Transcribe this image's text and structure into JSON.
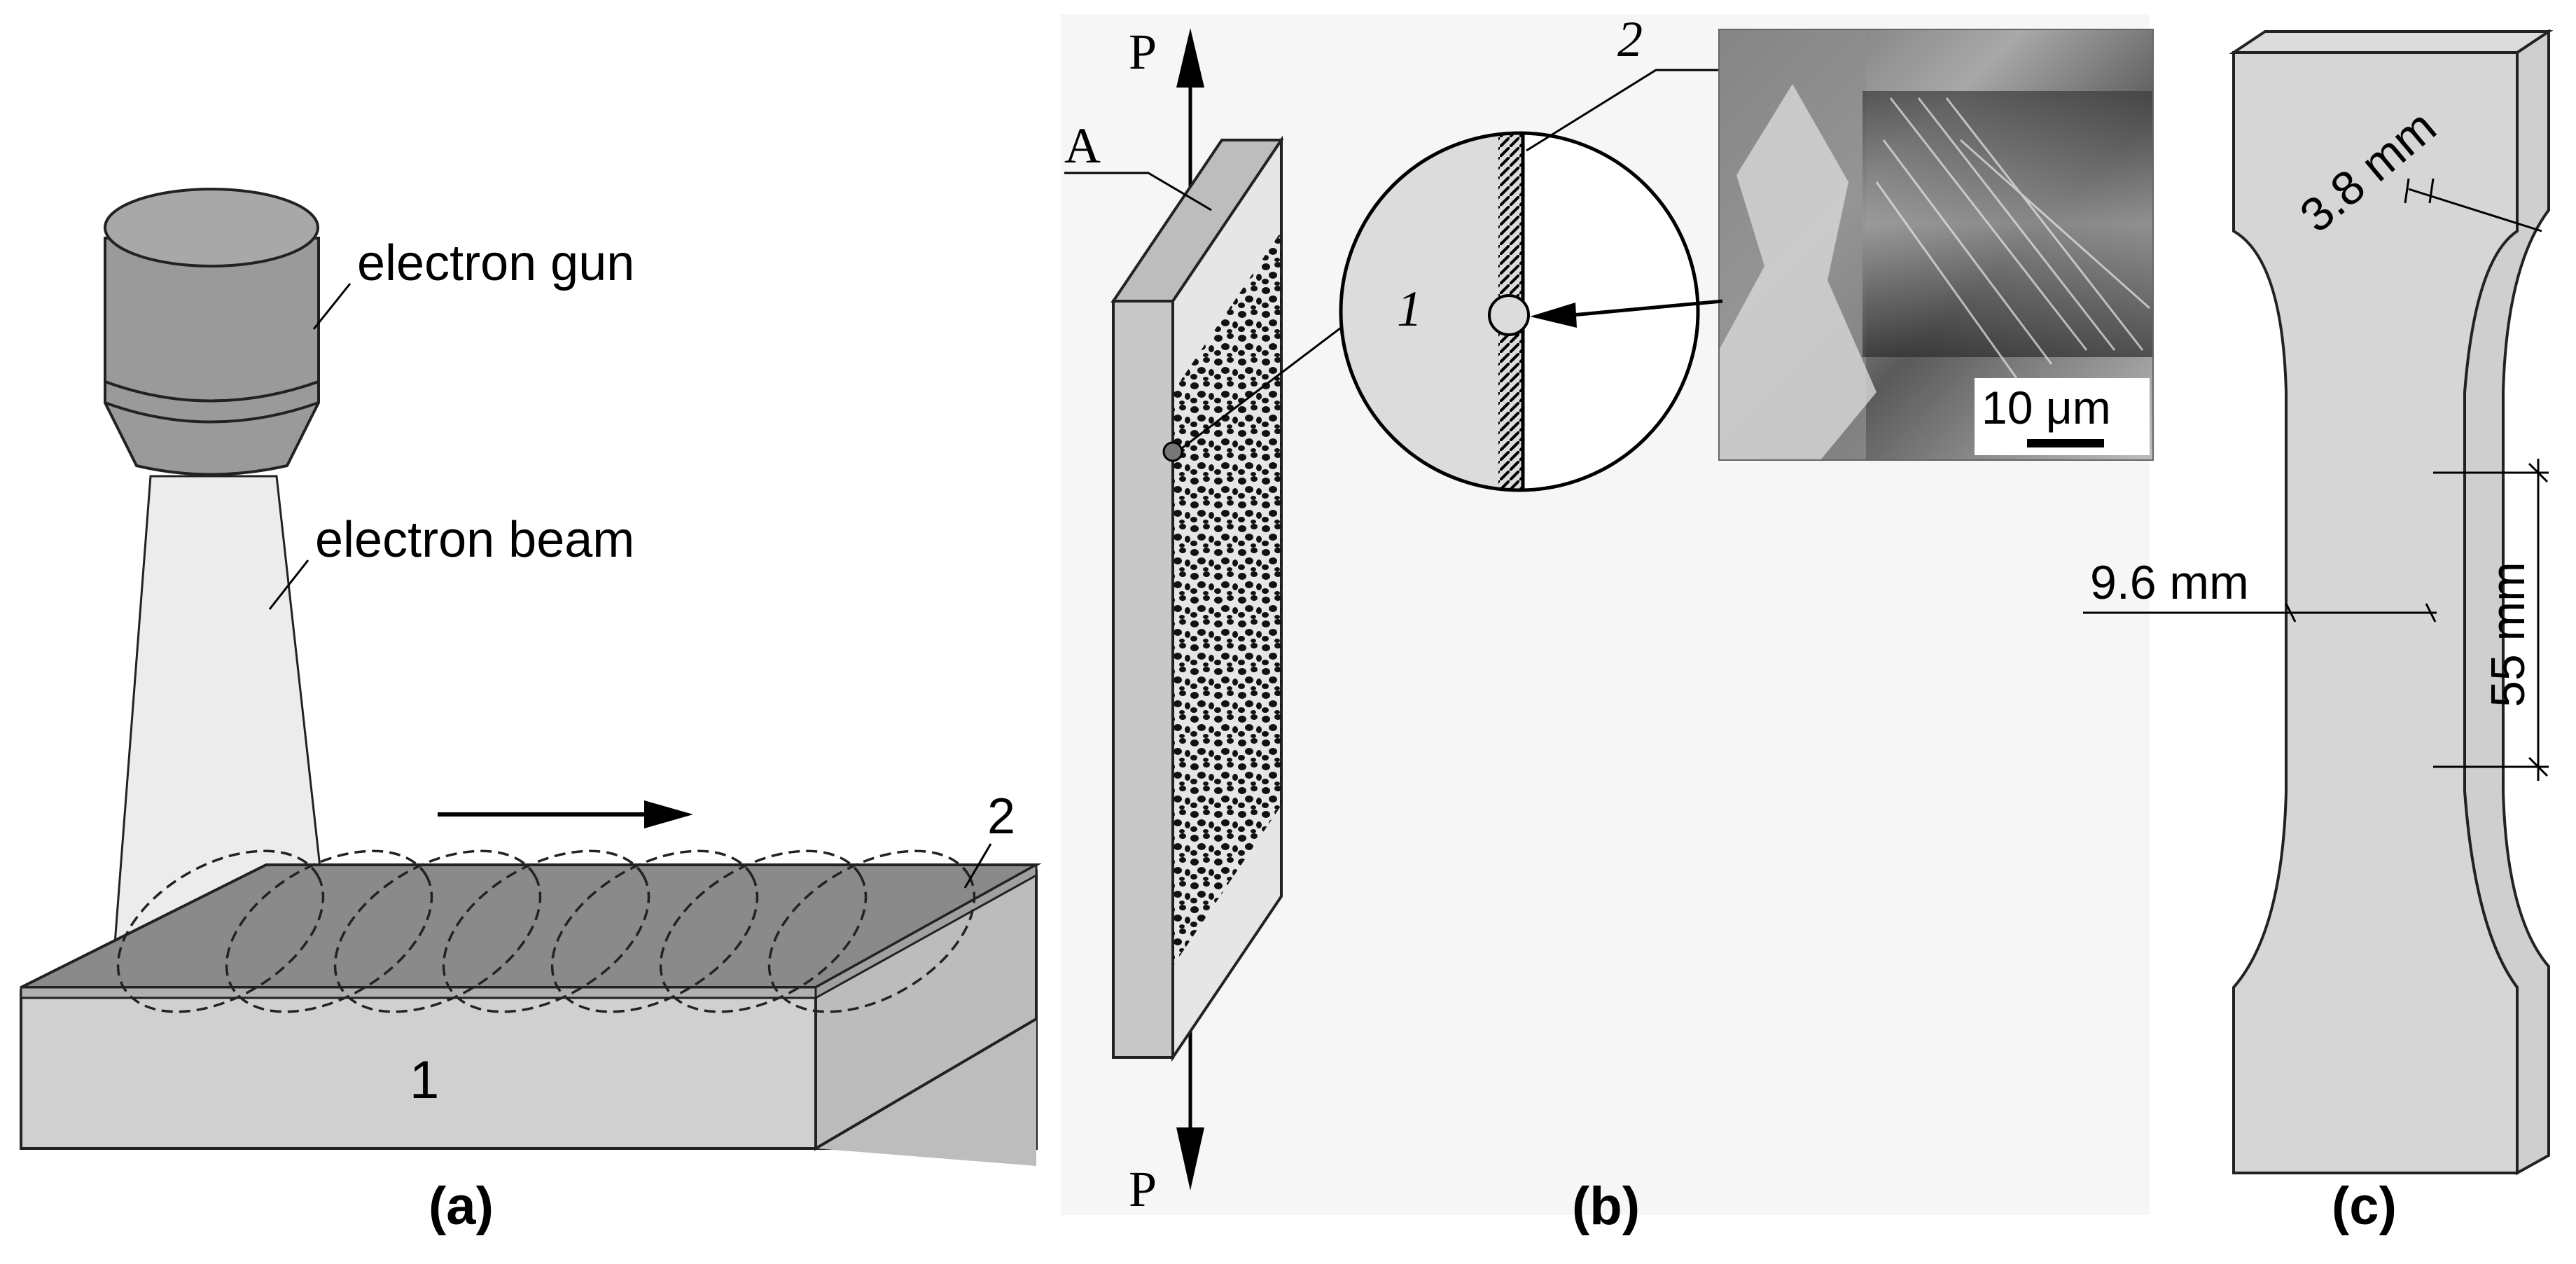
{
  "panel_a": {
    "label": "(a)",
    "gun_label": "electron gun",
    "beam_label": "electron beam",
    "substrate_label": "1",
    "layer_label": "2"
  },
  "panel_b": {
    "label": "(b)",
    "load_top": "P",
    "load_bottom": "P",
    "face_label": "A",
    "zone_1": "1",
    "zone_2": "2",
    "scale_bar": "10 μm"
  },
  "panel_c": {
    "label": "(c)",
    "dim_thickness": "3.8 mm",
    "dim_width": "9.6 mm",
    "dim_gauge": "55 mm"
  }
}
